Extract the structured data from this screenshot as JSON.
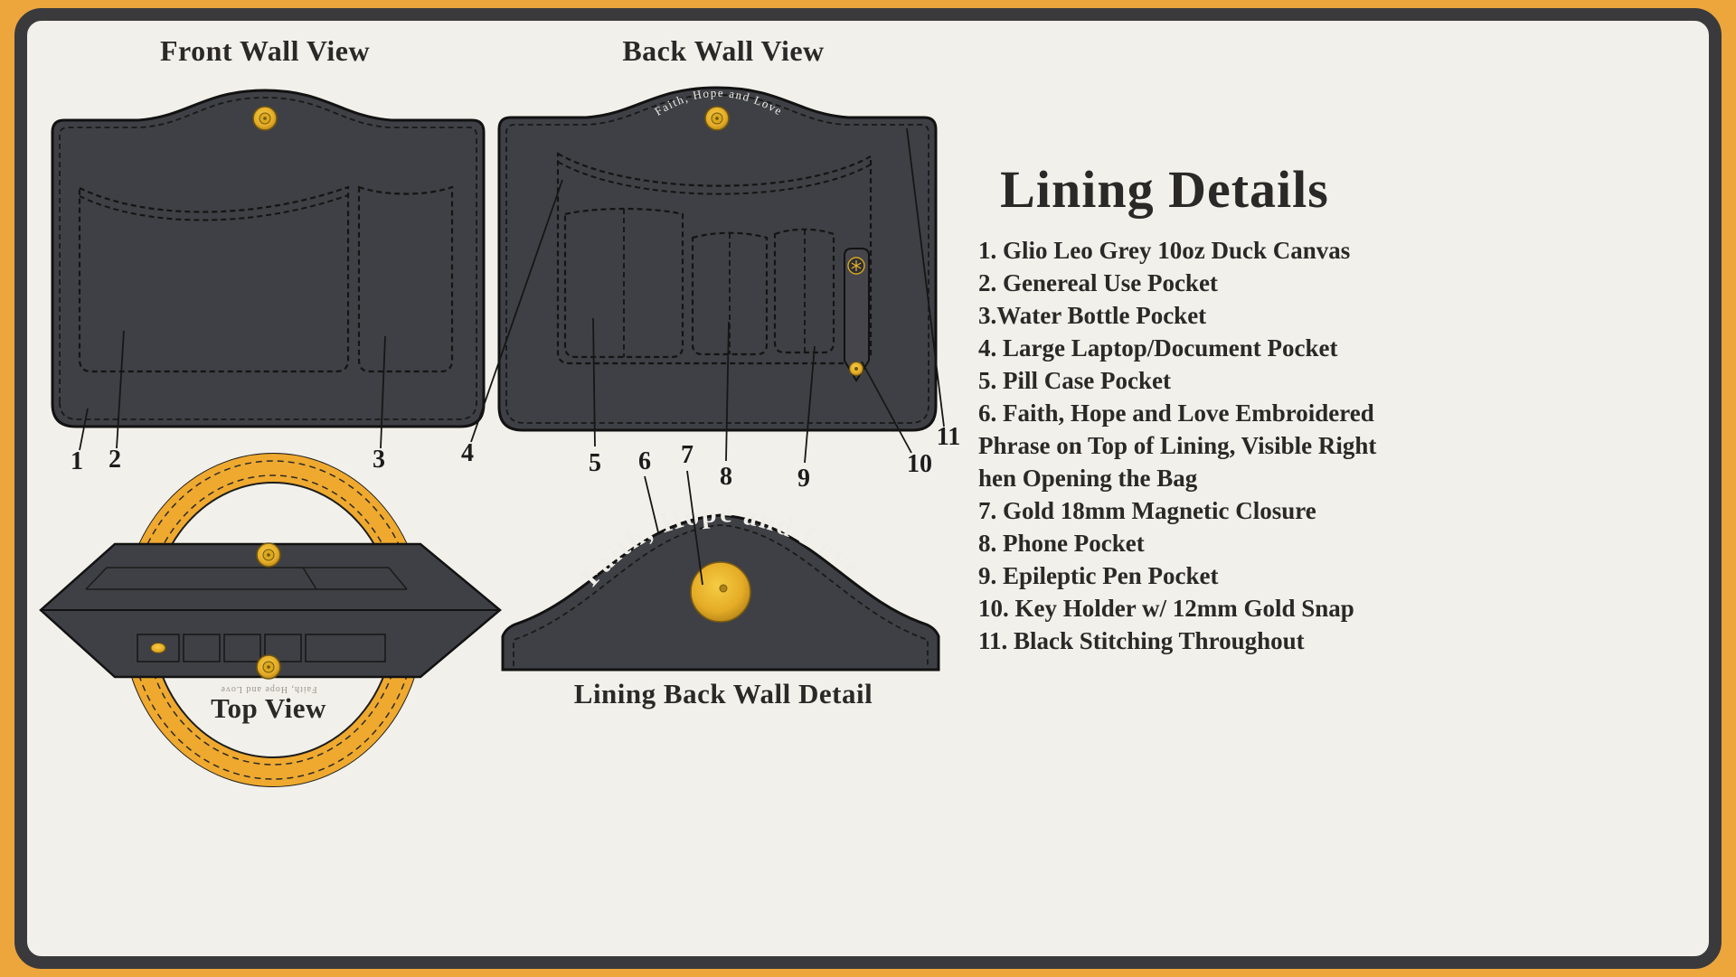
{
  "palette": {
    "frame_yellow": "#EDA63C",
    "border_dark": "#3A3A3C",
    "panel_cream": "#F2F0EA",
    "canvas_dark": "#3F4045",
    "gold": "#E9B42D",
    "ink": "#2A2927"
  },
  "views": {
    "front_wall": {
      "title": "Front Wall View"
    },
    "back_wall": {
      "title": "Back Wall View"
    },
    "top": {
      "title": "Top View"
    },
    "back_detail": {
      "title": "Lining Back Wall Detail"
    }
  },
  "embroidery_phrase": "Faith, Hope and Love",
  "callouts": [
    "1",
    "2",
    "3",
    "4",
    "5",
    "6",
    "7",
    "8",
    "9",
    "10",
    "11"
  ],
  "details": {
    "title": "Lining Details",
    "items": [
      "1. Glio Leo Grey 10oz Duck Canvas",
      "2. Genereal Use Pocket",
      "3.Water Bottle Pocket",
      "4. Large Laptop/Document Pocket",
      "5. Pill Case Pocket",
      "6. Faith, Hope and Love Embroidered Phrase on Top of Lining, Visible Right hen Opening the Bag",
      "7. Gold 18mm Magnetic Closure",
      "8. Phone Pocket",
      "9. Epileptic Pen Pocket",
      "10. Key Holder w/ 12mm Gold Snap",
      "11. Black Stitching Throughout"
    ]
  }
}
